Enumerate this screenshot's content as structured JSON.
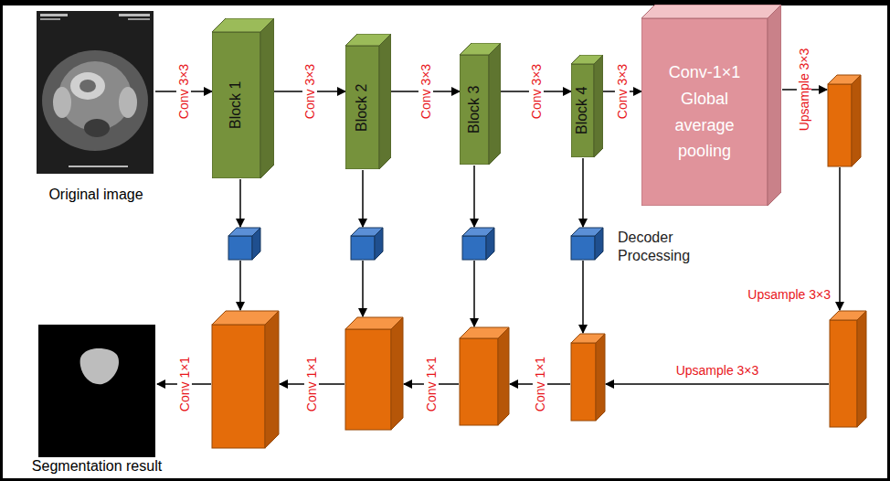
{
  "diagram": {
    "nodes": [
      {
        "text": [
          "Original image"
        ]
      },
      {
        "text": [
          "Block 1"
        ]
      },
      {
        "text": [
          "Block 2"
        ]
      },
      {
        "text": [
          "Block 3"
        ]
      },
      {
        "text": [
          "Block 4"
        ]
      },
      {
        "text": [
          "Conv-1×1 Global average pooling"
        ]
      },
      {
        "text": [
          "Segmentation result"
        ]
      }
    ],
    "edges": [
      {
        "from": 0,
        "to": 1,
        "arrow": "to",
        "label": "Conv 3×3"
      },
      {
        "from": 1,
        "to": 2,
        "arrow": "to",
        "label": "Conv 3×3"
      },
      {
        "from": 2,
        "to": 3,
        "arrow": "to",
        "label": "Conv 3×3"
      },
      {
        "from": 3,
        "to": 4,
        "arrow": "to",
        "label": "Conv 3×3"
      },
      {
        "from": 4,
        "to": 5,
        "arrow": "to",
        "label": "Conv 3×3"
      }
    ],
    "labels": [
      "Upsample 3×3",
      "Decoder Processing",
      "Upsample 3×3",
      "Upsample 3×3",
      "Conv 1×1",
      "Conv 1×1",
      "Conv 1×1",
      "Conv 1×1"
    ]
  }
}
